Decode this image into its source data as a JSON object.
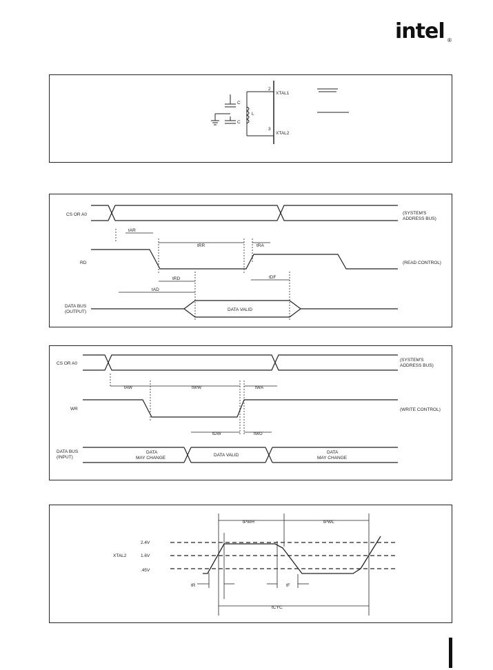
{
  "logo": {
    "brand": "intel",
    "registered": "®"
  },
  "crystal": {
    "pin_xtal1_num": "2",
    "pin_xtal1": "XTAL1",
    "pin_xtal2_num": "3",
    "pin_xtal2": "XTAL2",
    "cap_c1": "C",
    "cap_c2": "C",
    "inductor": "L"
  },
  "read": {
    "sig_cs": "CS OR A0",
    "sig_rd": "RD",
    "sig_bus_1": "DATA BUS",
    "sig_bus_2": "(OUTPUT)",
    "right_sys_1": "(SYSTEM'S",
    "right_sys_2": "ADDRESS BUS)",
    "right_ctrl": "(READ CONTROL)",
    "data_valid": "DATA VALID",
    "t_ar": "tAR",
    "t_rr": "tRR",
    "t_ra": "tRA",
    "t_rd": "tRD",
    "t_df": "tDF",
    "t_ad": "tAD"
  },
  "write": {
    "sig_cs": "CS OR A0",
    "sig_wr": "WR",
    "sig_bus_1": "DATA BUS",
    "sig_bus_2": "(INPUT)",
    "right_sys_1": "(SYSTEM'S",
    "right_sys_2": "ADDRESS BUS)",
    "right_ctrl": "(WRITE CONTROL)",
    "may_change_1": "DATA",
    "may_change_2": "MAY CHANGE",
    "data_valid": "DATA VALID",
    "t_aw": "tAW",
    "t_ww": "tWW",
    "t_wa": "tWA",
    "t_dw": "tDW",
    "t_wd": "tWD"
  },
  "clock": {
    "sig_xtal2": "XTAL2",
    "lvl_24": "2.4V",
    "lvl_16": "1.6V",
    "lvl_045": ".45V",
    "t_pwh": "tPWH",
    "t_pwl": "tPWL",
    "t_r": "tR",
    "t_f": "tF",
    "t_cyc": "tCYC"
  }
}
